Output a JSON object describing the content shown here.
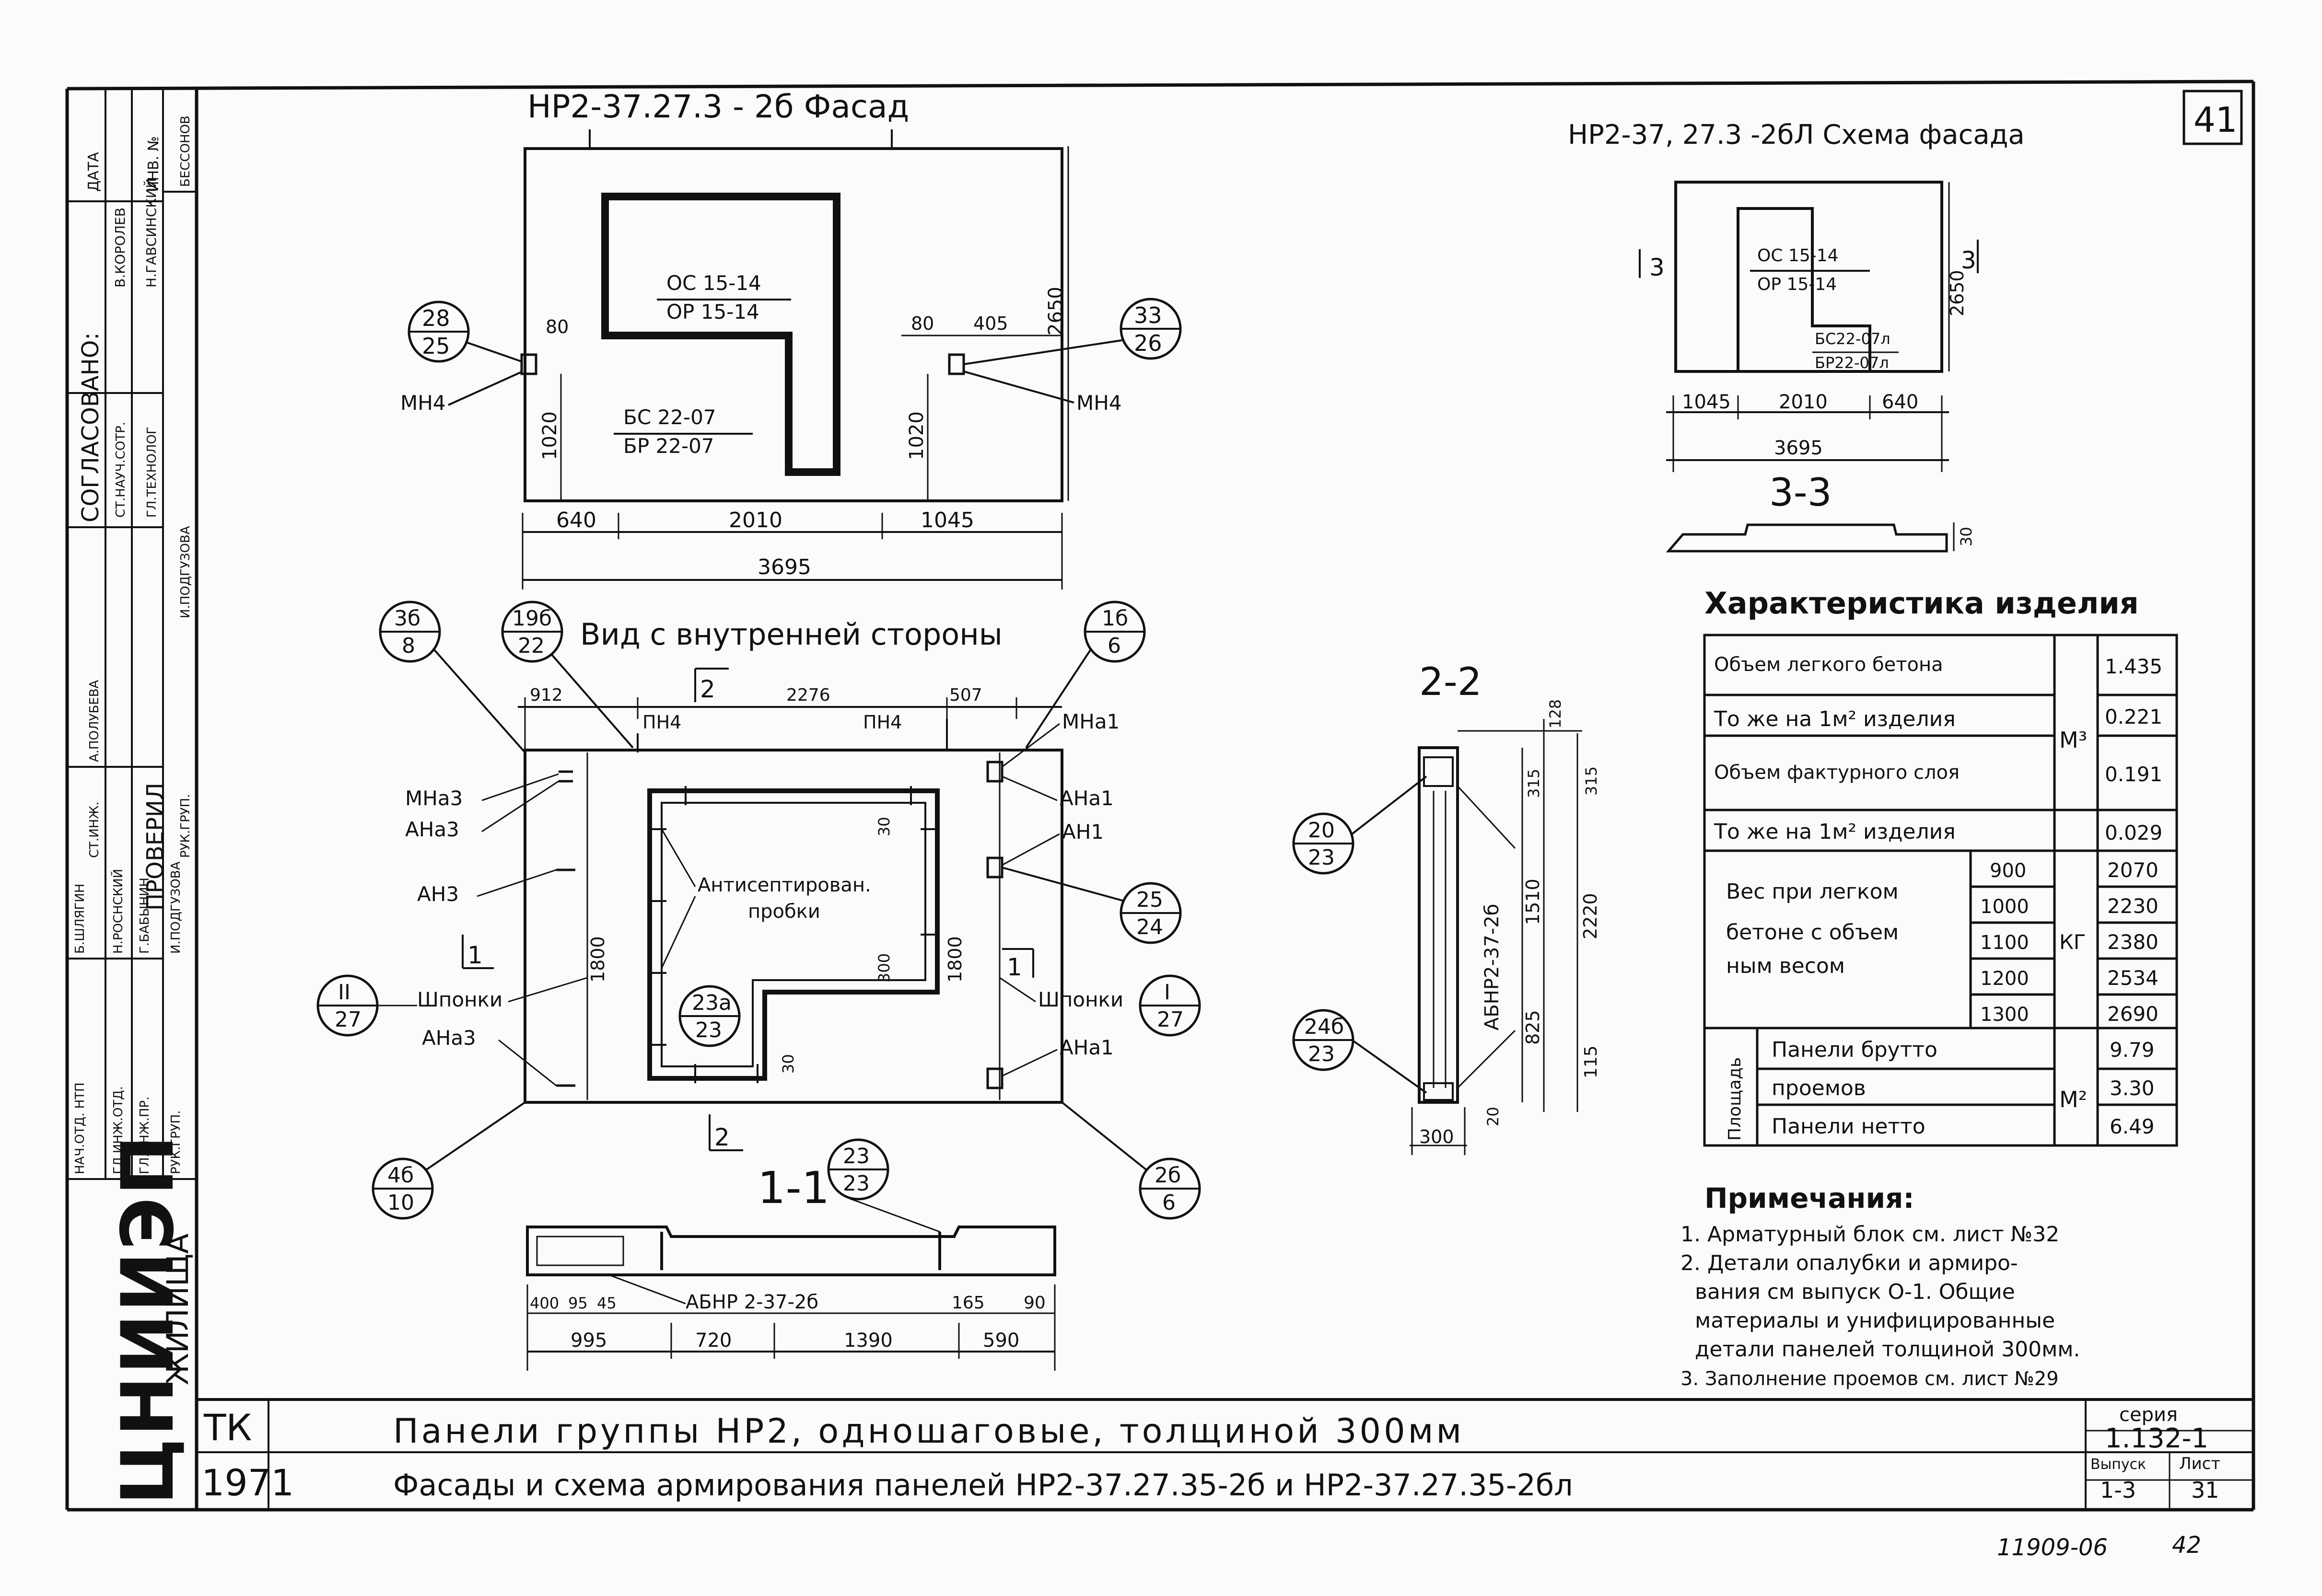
{
  "sheet_number": "41",
  "facade": {
    "title": "НР2-37.27.3 - 2б Фасад",
    "window": [
      "ОС 15-14",
      "ОР 15-14"
    ],
    "door": [
      "БС 22-07",
      "БР 22-07"
    ],
    "dims": {
      "d80a": "80",
      "d80b": "80",
      "d405": "405",
      "d1020a": "1020",
      "d1020b": "1020",
      "d2650": "2650",
      "d640": "640",
      "d2010": "2010",
      "d1045": "1045",
      "d3695": "3695"
    },
    "mn_left": "МН4",
    "mn_right": "МН4",
    "c1": [
      "28",
      "25"
    ],
    "c2": [
      "33",
      "26"
    ]
  },
  "scheme": {
    "title": "НР2-37, 27.3 -2бЛ Схема фасада",
    "section_left": "3",
    "section_right": "3",
    "window": [
      "ОС 15-14",
      "ОР 15-14"
    ],
    "door": [
      "БС22-07л",
      "БР22-07л"
    ],
    "dims": {
      "h": "2650",
      "d1045": "1045",
      "d2010": "2010",
      "d640": "640",
      "d3695": "3695",
      "s30": "30"
    }
  },
  "section33": {
    "title": "3-3"
  },
  "inner": {
    "title": "Вид с внутренней стороны",
    "dims": {
      "d912": "912",
      "d2276": "2276",
      "d507": "507",
      "d1800a": "1800",
      "d1800b": "1800",
      "d30a": "30",
      "d30b": "30",
      "d300": "300"
    },
    "labels": {
      "pn_left": "ПН4",
      "pn_right": "ПН4",
      "mna3": "МНа3",
      "ana3": "АНа3",
      "an3": "АН3",
      "shponki_l": "Шпонки",
      "ana3b": "АНа3",
      "mna1": "МНа1",
      "ana1": "АНа1",
      "an1": "АН1",
      "shponki_r": "Шпонки",
      "ana1b": "АНа1",
      "probki": [
        "Антисептирован.",
        "пробки"
      ]
    },
    "sec_top": "2",
    "sec_bottom": "2",
    "sec_left": "1",
    "sec_right": "1",
    "circles": {
      "c3": [
        "3б",
        "8"
      ],
      "c19": [
        "19б",
        "22"
      ],
      "c1": [
        "1б",
        "6"
      ],
      "cII": [
        "II",
        "27"
      ],
      "cI": [
        "I",
        "27"
      ],
      "c25": [
        "25",
        "24"
      ],
      "c23a": [
        "23а",
        "23"
      ],
      "c4": [
        "4б",
        "10"
      ],
      "c2": [
        "2б",
        "6"
      ]
    }
  },
  "section11": {
    "title": "1-1",
    "label": "АБНР 2-37-2б",
    "circle": [
      "23",
      "23"
    ],
    "dims": {
      "d400": "400",
      "d95": "95",
      "d45": "45",
      "d165": "165",
      "d90": "90",
      "d995": "995",
      "d720": "720",
      "d1390": "1390",
      "d590": "590"
    }
  },
  "section22": {
    "title": "2-2",
    "label": "АБНР2-37-2б",
    "dims": {
      "d128": "128",
      "d315a": "315",
      "d315b": "315",
      "d1510": "1510",
      "d2220": "2220",
      "d825": "825",
      "d115": "115",
      "d20": "20",
      "d300": "300"
    },
    "c20": [
      "20",
      "23"
    ],
    "c24": [
      "24б",
      "23"
    ]
  },
  "char": {
    "title": "Характеристика изделия",
    "r1": {
      "label": "Объем легкого бетона",
      "value": "1.435"
    },
    "r2": {
      "label": "То же на 1м² изделия",
      "value": "0.221"
    },
    "r3": {
      "label": "Объем фактурного слоя",
      "value": "0.191"
    },
    "r4": {
      "label": "То же на 1м² изделия",
      "value": "0.029"
    },
    "unit_m3": "М³",
    "weight": {
      "label": [
        "Вес при легком",
        "бетоне с объем",
        "ным весом"
      ],
      "unit": "КГ",
      "rows": [
        {
          "d": "900",
          "v": "2070"
        },
        {
          "d": "1000",
          "v": "2230"
        },
        {
          "d": "1100",
          "v": "2380"
        },
        {
          "d": "1200",
          "v": "2534"
        },
        {
          "d": "1300",
          "v": "2690"
        }
      ]
    },
    "area": {
      "label": "Площадь",
      "unit": "М²",
      "rows": [
        {
          "l": "Панели брутто",
          "v": "9.79"
        },
        {
          "l": "проемов",
          "v": "3.30"
        },
        {
          "l": "Панели нетто",
          "v": "6.49"
        }
      ]
    }
  },
  "notes": {
    "title": "Примечания:",
    "n1": "1. Арматурный блок см. лист №32",
    "n2": [
      "2. Детали опалубки и армиро-",
      "вания см выпуск О-1. Общие",
      "материалы и унифицированные",
      "детали панелей толщиной 300мм."
    ],
    "n3": "3. Заполнение проемов см. лист №29"
  },
  "titleblock": {
    "tk": "ТК",
    "year": "1971",
    "title1": "Панели группы НР2, одношаговые, толщиной 300мм",
    "title2": "Фасады и схема армирования панелей НР2-37.27.35-2б и НР2-37.27.35-2бл",
    "seriya_label": "серия",
    "seriya": "1.132-1",
    "vypusk_label": "Выпуск",
    "vypusk": "1-3",
    "list_label": "Лист",
    "list": "31"
  },
  "bottom": {
    "code": "11909-06",
    "page": "42"
  },
  "sidebar": {
    "logo": "ЦНИИЭП",
    "zhilishcha": "ЖИЛИЩА",
    "soglasovano": "СОГЛАСОВАНО:",
    "provereno": "ПРОВЕРИЛ",
    "data": "ДАТА",
    "inv": "ИНВ. №",
    "roles": [
      "НАЧ.ОТД. НТП",
      "ГЛ.ИНЖ.ОТД.",
      "ГЛ.ИНЖ.ПР.",
      "РУК.ГРУП."
    ],
    "names": [
      "Б.ШЛЯГИН",
      "Н.РОСНСКИЙ",
      "Г.БАБЫНИН",
      "И.ПОДГУЗОВА"
    ],
    "ranks": [
      "СТ.ИНЖ.",
      "РУК.ГРУП."
    ],
    "snames": [
      "А.ПОЛУБЕВА",
      "И.ПОДГУЗОВА"
    ],
    "agr_roles": [
      "СТ.НАУЧ.СОТР.",
      "ГЛ.ТЕХНОЛОГ"
    ],
    "agr_names": [
      "В.КОРОЛЕВ",
      "Н.ГАВСИНСКИЙ"
    ],
    "extra": "БЕССОНОВ"
  }
}
